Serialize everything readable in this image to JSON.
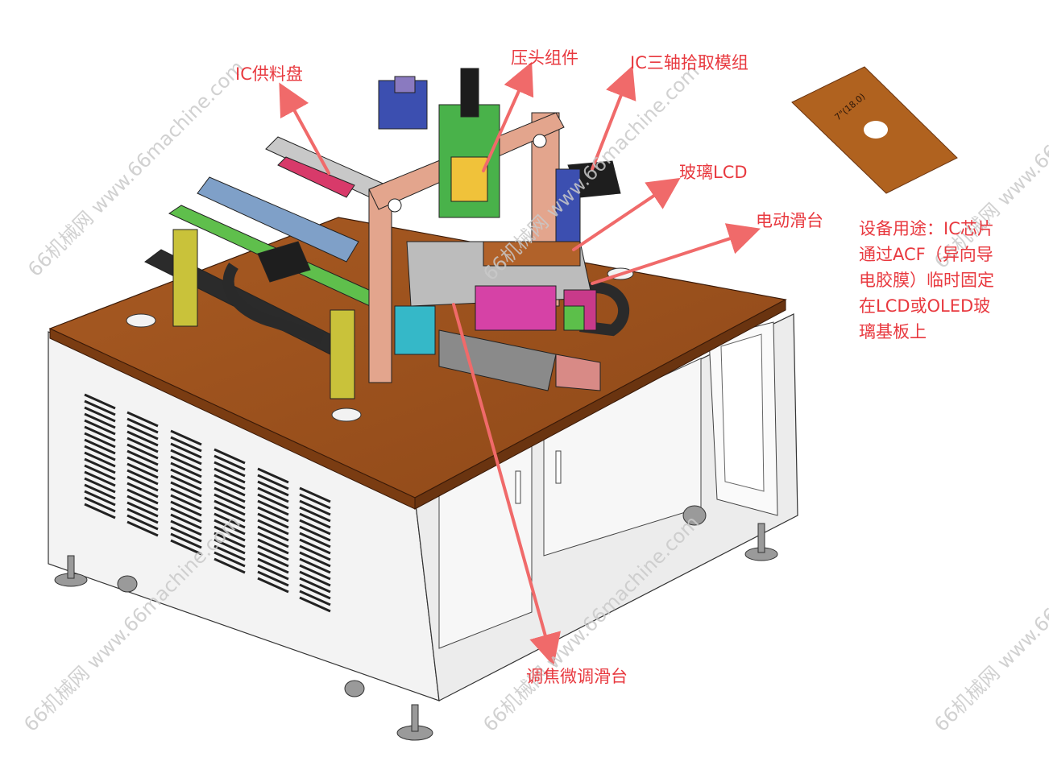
{
  "labels": {
    "ic_tray": "IC供料盘",
    "press_head": "压头组件",
    "ic_pick": "IC三轴拾取模组",
    "glass_lcd": "玻璃LCD",
    "electric_slide": "电动滑台",
    "focus_slide": "调焦微调滑台"
  },
  "note": {
    "lines": [
      "设备用途：IC芯片",
      "通过ACF（异向导",
      "电胶膜）临时固定",
      "在LCD或OLED玻",
      "璃基板上"
    ]
  },
  "film_label": "7\"(18.0)",
  "watermark": "66机械网 www.66machine.com",
  "colors": {
    "annotation": "#e8393f",
    "arrow": "#f06a6a",
    "table_top": "#a0521e",
    "cabinet": "#f4f4f4",
    "film": "#b0621f"
  }
}
